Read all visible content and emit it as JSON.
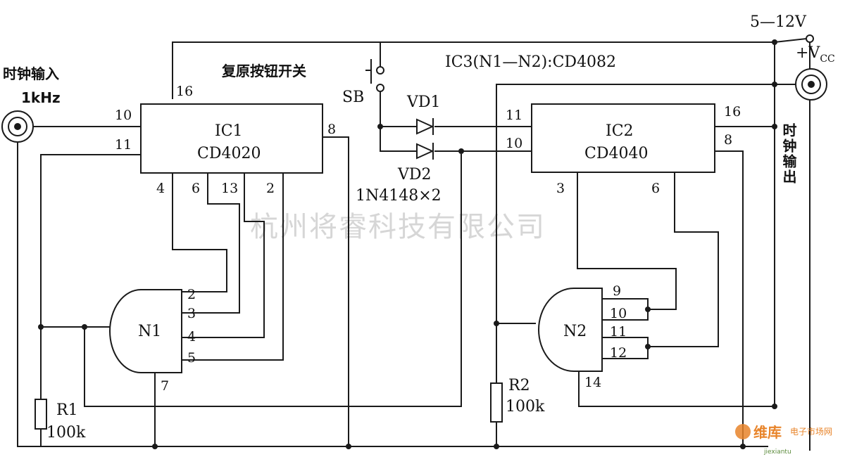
{
  "labels": {
    "clock_in_title": "时钟输入",
    "clock_in_freq": "1kHz",
    "reset_switch": "复原按钮开关",
    "sb": "SB",
    "ic3_note": "IC3(N1—N2):CD4082",
    "supply": "5—12V",
    "vcc": "+V",
    "vcc_sub": "CC",
    "clock_out": "时钟输出",
    "vd1": "VD1",
    "vd2": "VD2",
    "diode_part": "1N4148×2",
    "watermark": "杭州将睿科技有限公司"
  },
  "ic1": {
    "name": "IC1",
    "part": "CD4020",
    "pins": {
      "p16": "16",
      "p10": "10",
      "p11": "11",
      "p8": "8",
      "p4": "4",
      "p6": "6",
      "p13": "13",
      "p2": "2"
    }
  },
  "ic2": {
    "name": "IC2",
    "part": "CD4040",
    "pins": {
      "p11": "11",
      "p10": "10",
      "p16": "16",
      "p8": "8",
      "p3": "3",
      "p6": "6"
    }
  },
  "n1": {
    "name": "N1",
    "pins": {
      "p2": "2",
      "p3": "3",
      "p4": "4",
      "p5": "5",
      "p7": "7"
    }
  },
  "n2": {
    "name": "N2",
    "pins": {
      "p9": "9",
      "p10": "10",
      "p11": "11",
      "p12": "12",
      "p14": "14"
    }
  },
  "r1": {
    "name": "R1",
    "value": "100k"
  },
  "r2": {
    "name": "R2",
    "value": "100k"
  },
  "logo": {
    "main": "维库",
    "sub": "电子市场网",
    "tiny": "jiexiantu"
  }
}
